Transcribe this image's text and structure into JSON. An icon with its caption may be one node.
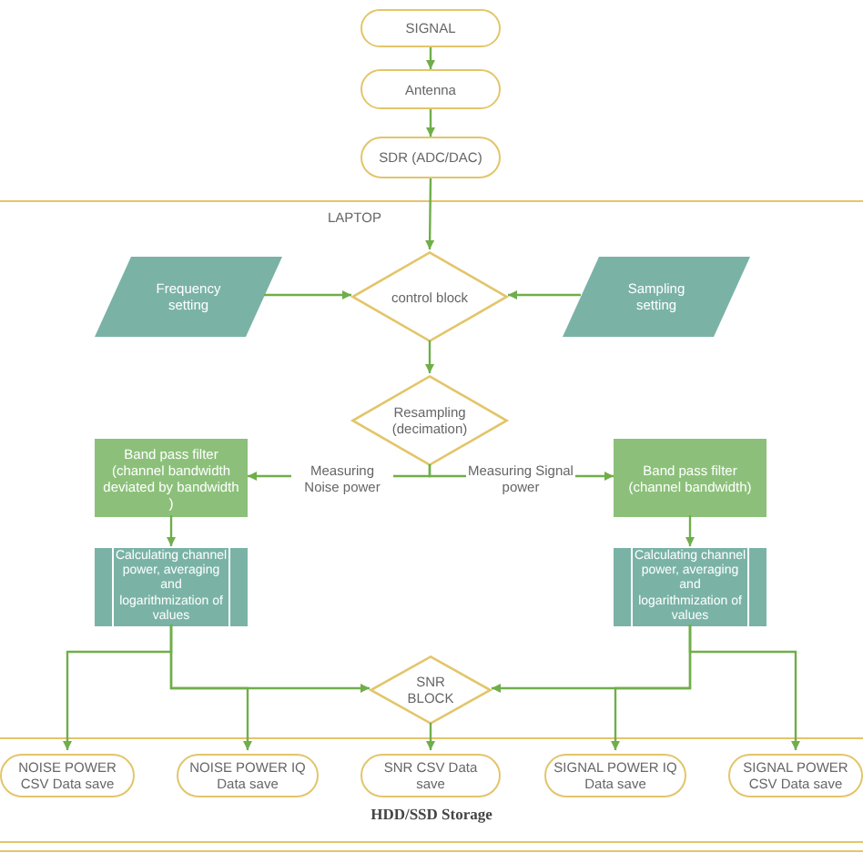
{
  "diagram": {
    "nodes": [
      {
        "text": [
          "SIGNAL"
        ]
      },
      {
        "text": [
          "Antenna"
        ]
      },
      {
        "text": [
          "SDR (ADC/DAC)"
        ]
      },
      {
        "text": [
          "LAPTOP"
        ]
      },
      {
        "text": [
          "Frequency setting"
        ],
        "in": 3
      },
      {
        "text": [
          "control block"
        ],
        "in": 3
      },
      {
        "text": [
          "Sampling setting"
        ],
        "in": 3
      },
      {
        "text": [
          "Resampling (decimation)"
        ],
        "in": 3
      },
      {
        "text": [
          "Band pass filter (channel bandwidth deviated by bandwidth )"
        ],
        "in": 3
      },
      {
        "text": [
          "Band pass filter (channel bandwidth)"
        ],
        "in": 3
      },
      {
        "text": [
          "Calculating channel power, averaging and logarithmization of values"
        ],
        "in": 3
      },
      {
        "text": [
          "Calculating channel power, averaging and logarithmization of values"
        ],
        "in": 3
      },
      {
        "text": [
          "SNR BLOCK"
        ],
        "in": 3
      },
      {
        "text": [
          "HDD/SSD Storage"
        ],
        "in": 3
      },
      {
        "text": [
          "NOISE POWER CSV Data save"
        ],
        "in": 13
      },
      {
        "text": [
          "NOISE POWER IQ Data save"
        ],
        "in": 13
      },
      {
        "text": [
          "SNR CSV Data save"
        ],
        "in": 13
      },
      {
        "text": [
          "SIGNAL POWER IQ Data save"
        ],
        "in": 13
      },
      {
        "text": [
          "SIGNAL POWER CSV Data save"
        ],
        "in": 13
      }
    ],
    "edges": [
      {
        "from": 0,
        "to": 1,
        "arrow": "to"
      },
      {
        "from": 1,
        "to": 2,
        "arrow": "to"
      },
      {
        "from": 2,
        "to": 5,
        "arrow": "to"
      },
      {
        "from": 4,
        "to": 5,
        "arrow": "to"
      },
      {
        "from": 6,
        "to": 5,
        "arrow": "to"
      },
      {
        "from": 5,
        "to": 7,
        "arrow": "to"
      },
      {
        "from": 7,
        "to": 8,
        "arrow": "to",
        "label": "Measuring Noise power"
      },
      {
        "from": 7,
        "to": 9,
        "arrow": "to",
        "label": "Measuring Signal power"
      },
      {
        "from": 8,
        "to": 10,
        "arrow": "to"
      },
      {
        "from": 9,
        "to": 11,
        "arrow": "to"
      },
      {
        "from": 10,
        "to": 14,
        "arrow": "to"
      },
      {
        "from": 10,
        "to": 15,
        "arrow": "to"
      },
      {
        "from": 10,
        "to": 12,
        "arrow": "to"
      },
      {
        "from": 11,
        "to": 17,
        "arrow": "to"
      },
      {
        "from": 11,
        "to": 18,
        "arrow": "to"
      },
      {
        "from": 11,
        "to": 12,
        "arrow": "to"
      },
      {
        "from": 12,
        "to": 16,
        "arrow": "to"
      }
    ]
  }
}
